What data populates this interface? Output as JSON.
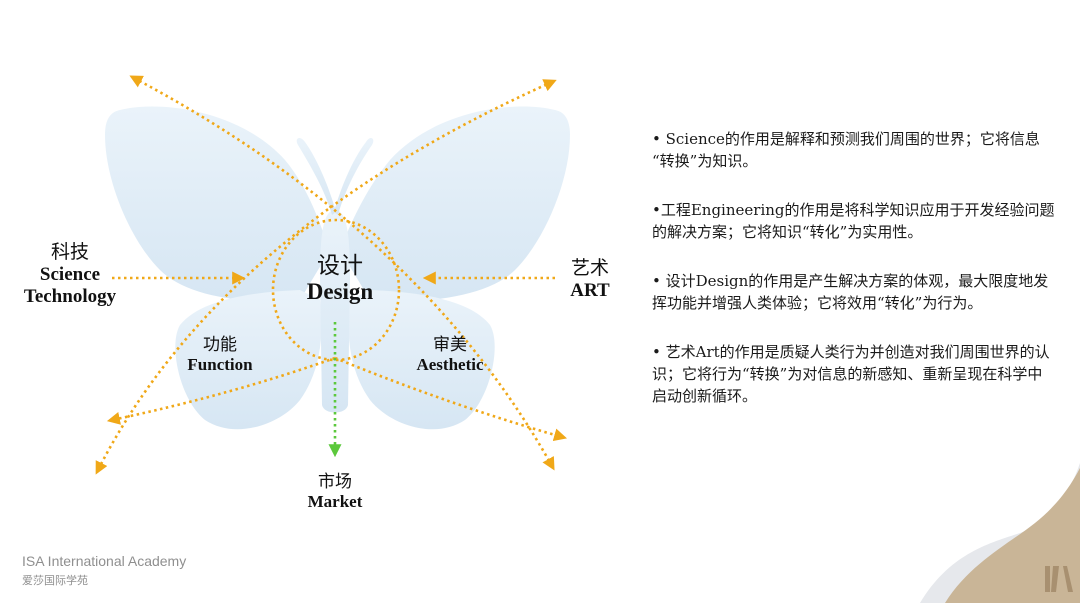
{
  "diagram": {
    "center": {
      "zh": "设计",
      "en": "Design"
    },
    "left": {
      "zh": "科技",
      "en1": "Science",
      "en2": "Technology"
    },
    "right": {
      "zh": "艺术",
      "en": "ART"
    },
    "lower_left": {
      "zh": "功能",
      "en": "Function"
    },
    "lower_right": {
      "zh": "审美",
      "en": "Aesthetic"
    },
    "bottom": {
      "zh": "市场",
      "en": "Market"
    },
    "colors": {
      "arrow": "#F0A818",
      "market_arrow": "#5CC83C",
      "butterfly": "#DCEAF5"
    }
  },
  "paragraphs": [
    "• Science的作用是解释和预测我们周围的世界；它将信息 “转换”为知识。",
    "•工程Engineering的作用是将科学知识应用于开发经验问题的解决方案；它将知识“转化”为实用性。",
    "• 设计Design的作用是产生解决方案的体观，最大限度地发挥功能并增强人类体验；它将效用“转化”为行为。",
    "• 艺术Art的作用是质疑人类行为并创造对我们周围世界的认识；它将行为“转换”为对信息的新感知、重新呈现在科学中启动创新循环。"
  ],
  "footer": {
    "en": "ISA International Academy",
    "zh": "爱莎国际学苑",
    "mark": "ISA"
  }
}
